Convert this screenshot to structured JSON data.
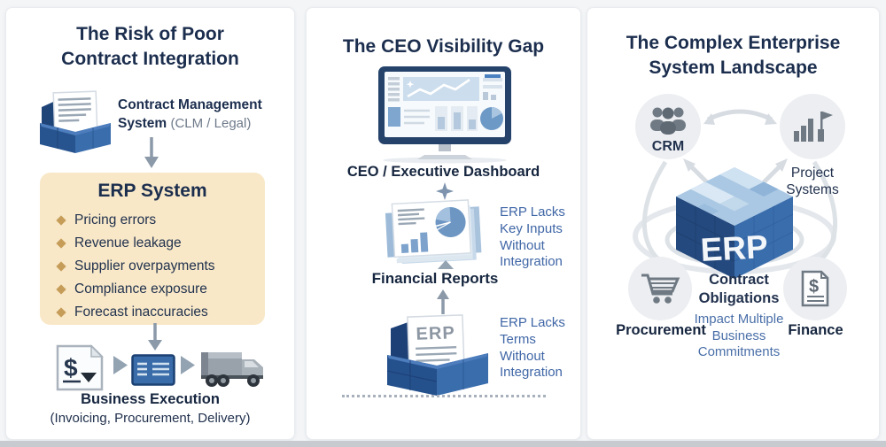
{
  "colors": {
    "title_navy": "#1c2e4e",
    "body_navy": "#22324e",
    "note_blue": "#3f66a6",
    "muted_gray": "#6e7a8a",
    "erp_box_cream": "#f8e8c8",
    "bullet_gold": "#c69d58",
    "arrow_gray": "#8b99a9",
    "node_circle_gray": "#eceef1",
    "icon_gray": "#6f7983",
    "brand_blue_dark": "#24497e",
    "brand_blue": "#3a6dac"
  },
  "icons": {
    "contract-box-icon": "blue inbox tray holding document",
    "invoice-icon": "document with dollar sign and down chevron",
    "form-card-icon": "blue card with text lines",
    "truck-icon": "delivery truck",
    "monitor-dashboard-icon": "desktop monitor with analytics dashboard",
    "report-stack-icon": "stacked report pages with pie and bar charts",
    "erp-bin-icon": "blue bin holding ERP document",
    "people-icon": "group of three people",
    "bar-flag-icon": "bar chart with milestone flag",
    "cart-icon": "shopping cart",
    "finance-doc-icon": "document with dollar sign"
  },
  "panel1": {
    "title": "The Risk of Poor Contract Integration",
    "clm_line1": "Contract Management",
    "clm_line2_bold": "System",
    "clm_line2_gray": "(CLM / Legal)",
    "erp_box": {
      "title": "ERP System",
      "bullets": [
        "Pricing errors",
        "Revenue leakage",
        "Supplier overpayments",
        "Compliance exposure",
        "Forecast inaccuracies"
      ]
    },
    "invoice_symbol": "$",
    "footer_title": "Business Execution",
    "footer_subtitle": "(Invoicing, Procurement, Delivery)"
  },
  "panel2": {
    "title": "The CEO Visibility Gap",
    "dashboard_label": "CEO / Executive Dashboard",
    "reports_label": "Financial Reports",
    "note_reports": "ERP Lacks Key Inputs Without Integration",
    "note_erp": "ERP Lacks Terms Without Integration",
    "erp_doc_label": "ERP"
  },
  "panel3": {
    "title": "The Complex Enterprise System Landscape",
    "cube_label": "ERP",
    "nodes": {
      "crm": "CRM",
      "project": "Project Systems",
      "procurement": "Procurement",
      "finance": "Finance"
    },
    "finance_symbol": "$",
    "center_bold": "Contract Obligations",
    "center_light": "Impact Multiple Business Commitments"
  }
}
